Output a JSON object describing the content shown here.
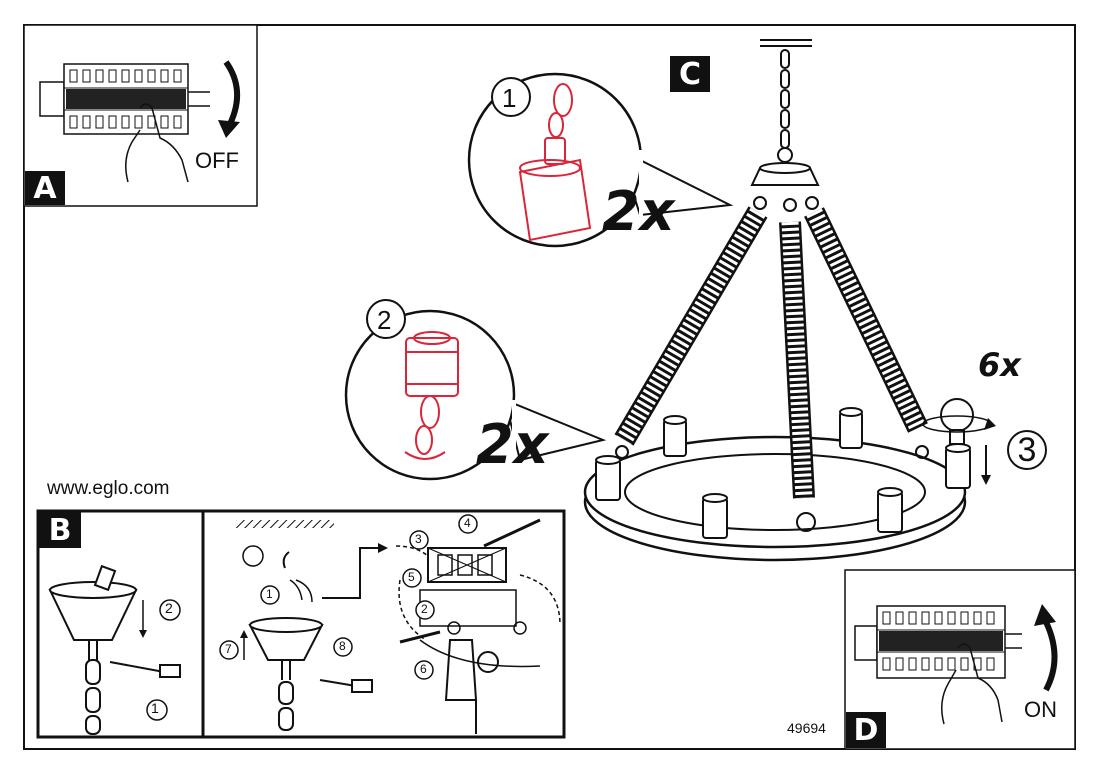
{
  "panels": {
    "a": {
      "label": "A",
      "switch_text": "OFF"
    },
    "b": {
      "label": "B"
    },
    "c": {
      "label": "C"
    },
    "d": {
      "label": "D",
      "switch_text": "ON"
    }
  },
  "website": "www.eglo.com",
  "model_number": "49694",
  "callouts": {
    "step1": "1",
    "step2": "2",
    "step3": "3",
    "count_hooks_top": "2x",
    "count_hooks_bottom": "2x",
    "count_bulbs": "6x"
  },
  "panel_b_steps": [
    "1",
    "2",
    "1",
    "3",
    "4",
    "5",
    "2",
    "6",
    "7",
    "8"
  ],
  "colors": {
    "line": "#111111",
    "highlight": "#d9263a",
    "badge": "#111111"
  }
}
